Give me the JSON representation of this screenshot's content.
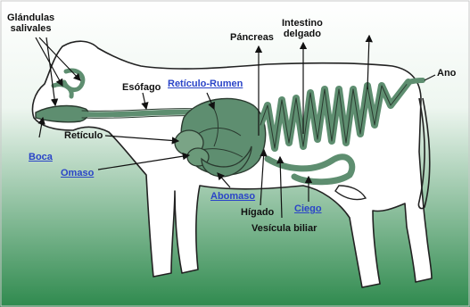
{
  "diagram": {
    "background_top": "#ffffff",
    "background_bottom": "#2f8a4e",
    "organ_color": "#5e8e70",
    "link_color": "#2a44c8",
    "labels": {
      "glandulas_line1": "Glándulas",
      "glandulas_line2": "salivales",
      "esofago": "Esófago",
      "reticulo_rumen": "Retículo-Rumen",
      "reticulo": "Retículo",
      "boca": "Boca",
      "omaso": "Omaso",
      "abomaso": "Abomaso",
      "higado": "Hígado",
      "vesicula_biliar": "Vesícula biliar",
      "ciego": "Ciego",
      "pancreas": "Páncreas",
      "intestino_line1": "Intestino",
      "intestino_line2": "delgado",
      "ano": "Ano"
    },
    "links": [
      "reticulo_rumen",
      "boca",
      "omaso",
      "abomaso",
      "ciego"
    ]
  }
}
